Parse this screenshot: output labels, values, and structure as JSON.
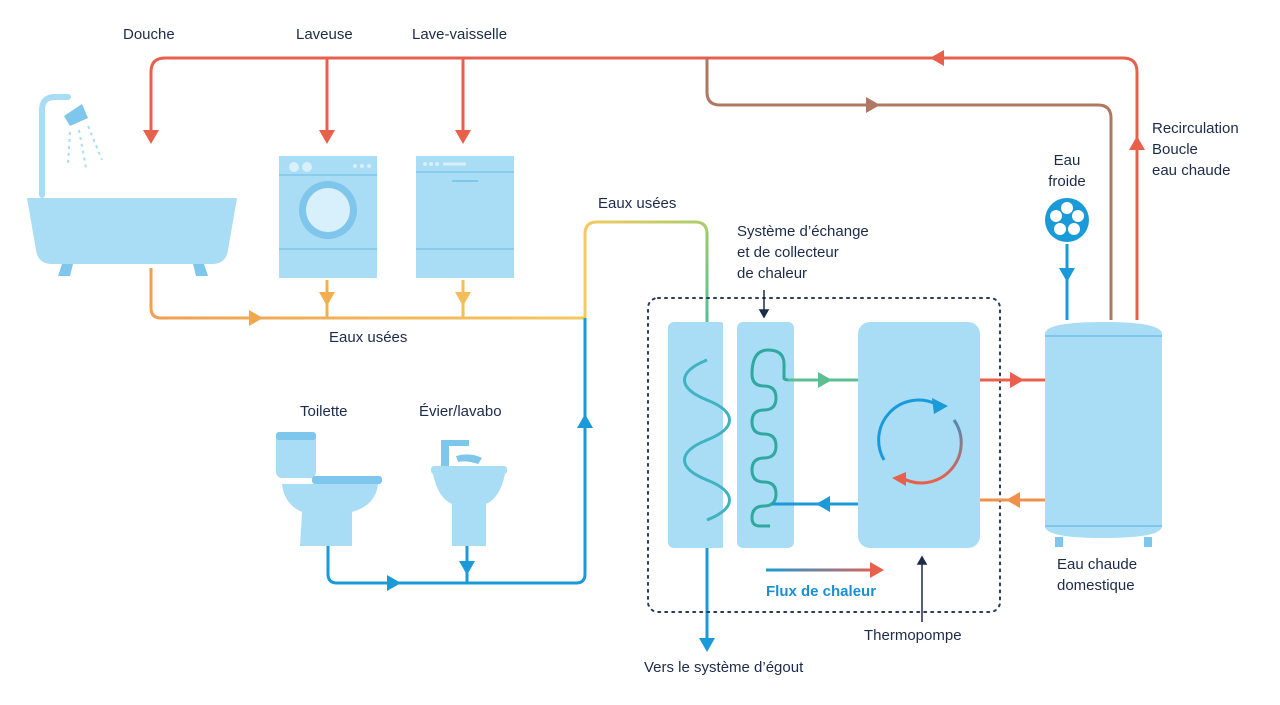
{
  "labels": {
    "douche": "Douche",
    "laveuse": "Laveuse",
    "lave_vaisselle": "Lave-vaisselle",
    "recirculation": "Recirculation\nBoucle\neau chaude",
    "eau_froide": "Eau\nfroide",
    "eaux_usees_top": "Eaux usées",
    "systeme_echange": "Système d’échange\net de collecteur\nde chaleur",
    "eaux_usees_mid": "Eaux usées",
    "toilette": "Toilette",
    "evier_lavabo": "Évier/lavabo",
    "flux_chaleur": "Flux de chaleur",
    "thermopompe": "Thermopompe",
    "eau_chaude_domestique": "Eau chaude\ndomestique",
    "vers_egout": "Vers le système d’égout"
  },
  "colors": {
    "hot": "#e8604c",
    "recirc_brown": "#b07860",
    "waste_orange": "#f0a050",
    "waste_yellow": "#f5c860",
    "cold_blue": "#1a9ad8",
    "green": "#5bbf90",
    "fixture": "#a9dcf5",
    "fixture_dark": "#7fc6ec",
    "text": "#1c2b4a"
  },
  "icons": [
    "shower-icon",
    "bathtub-icon",
    "washer-icon",
    "dishwasher-icon",
    "toilet-icon",
    "sink-icon",
    "cold-water-valve-icon",
    "heat-pump-cycle-icon"
  ]
}
